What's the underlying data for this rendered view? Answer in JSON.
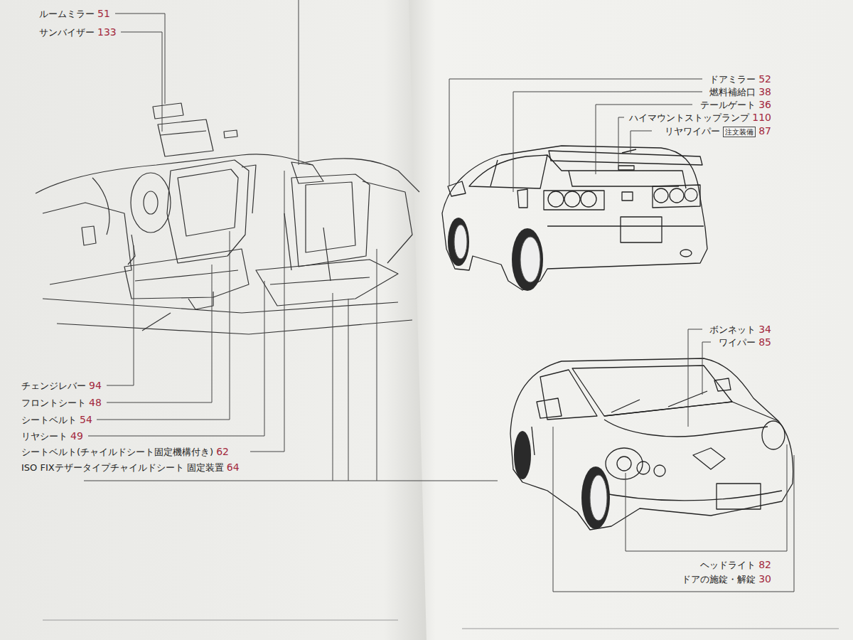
{
  "diagram": {
    "labels": [
      "ルームミラー",
      "51",
      "サンバイザー",
      "133",
      "チェンジレバー",
      "94",
      "フロントシート",
      "48",
      "シートベルト",
      "54",
      "リヤシート",
      "49",
      "シートベルト(チャイルドシート固定機構付き)",
      "62",
      "ISO FIXテザータイプチャイルドシート 固定装置",
      "64",
      "ドアミラー",
      "52",
      "燃料補給口",
      "38",
      "テールゲート",
      "36",
      "ハイマウントストップランプ",
      "110",
      "リヤワイパー",
      "注文装備",
      "87",
      "ボンネット",
      "34",
      "ワイパー",
      "85",
      "ヘッドライト",
      "82",
      "ドアの施錠・解錠",
      "30"
    ]
  }
}
